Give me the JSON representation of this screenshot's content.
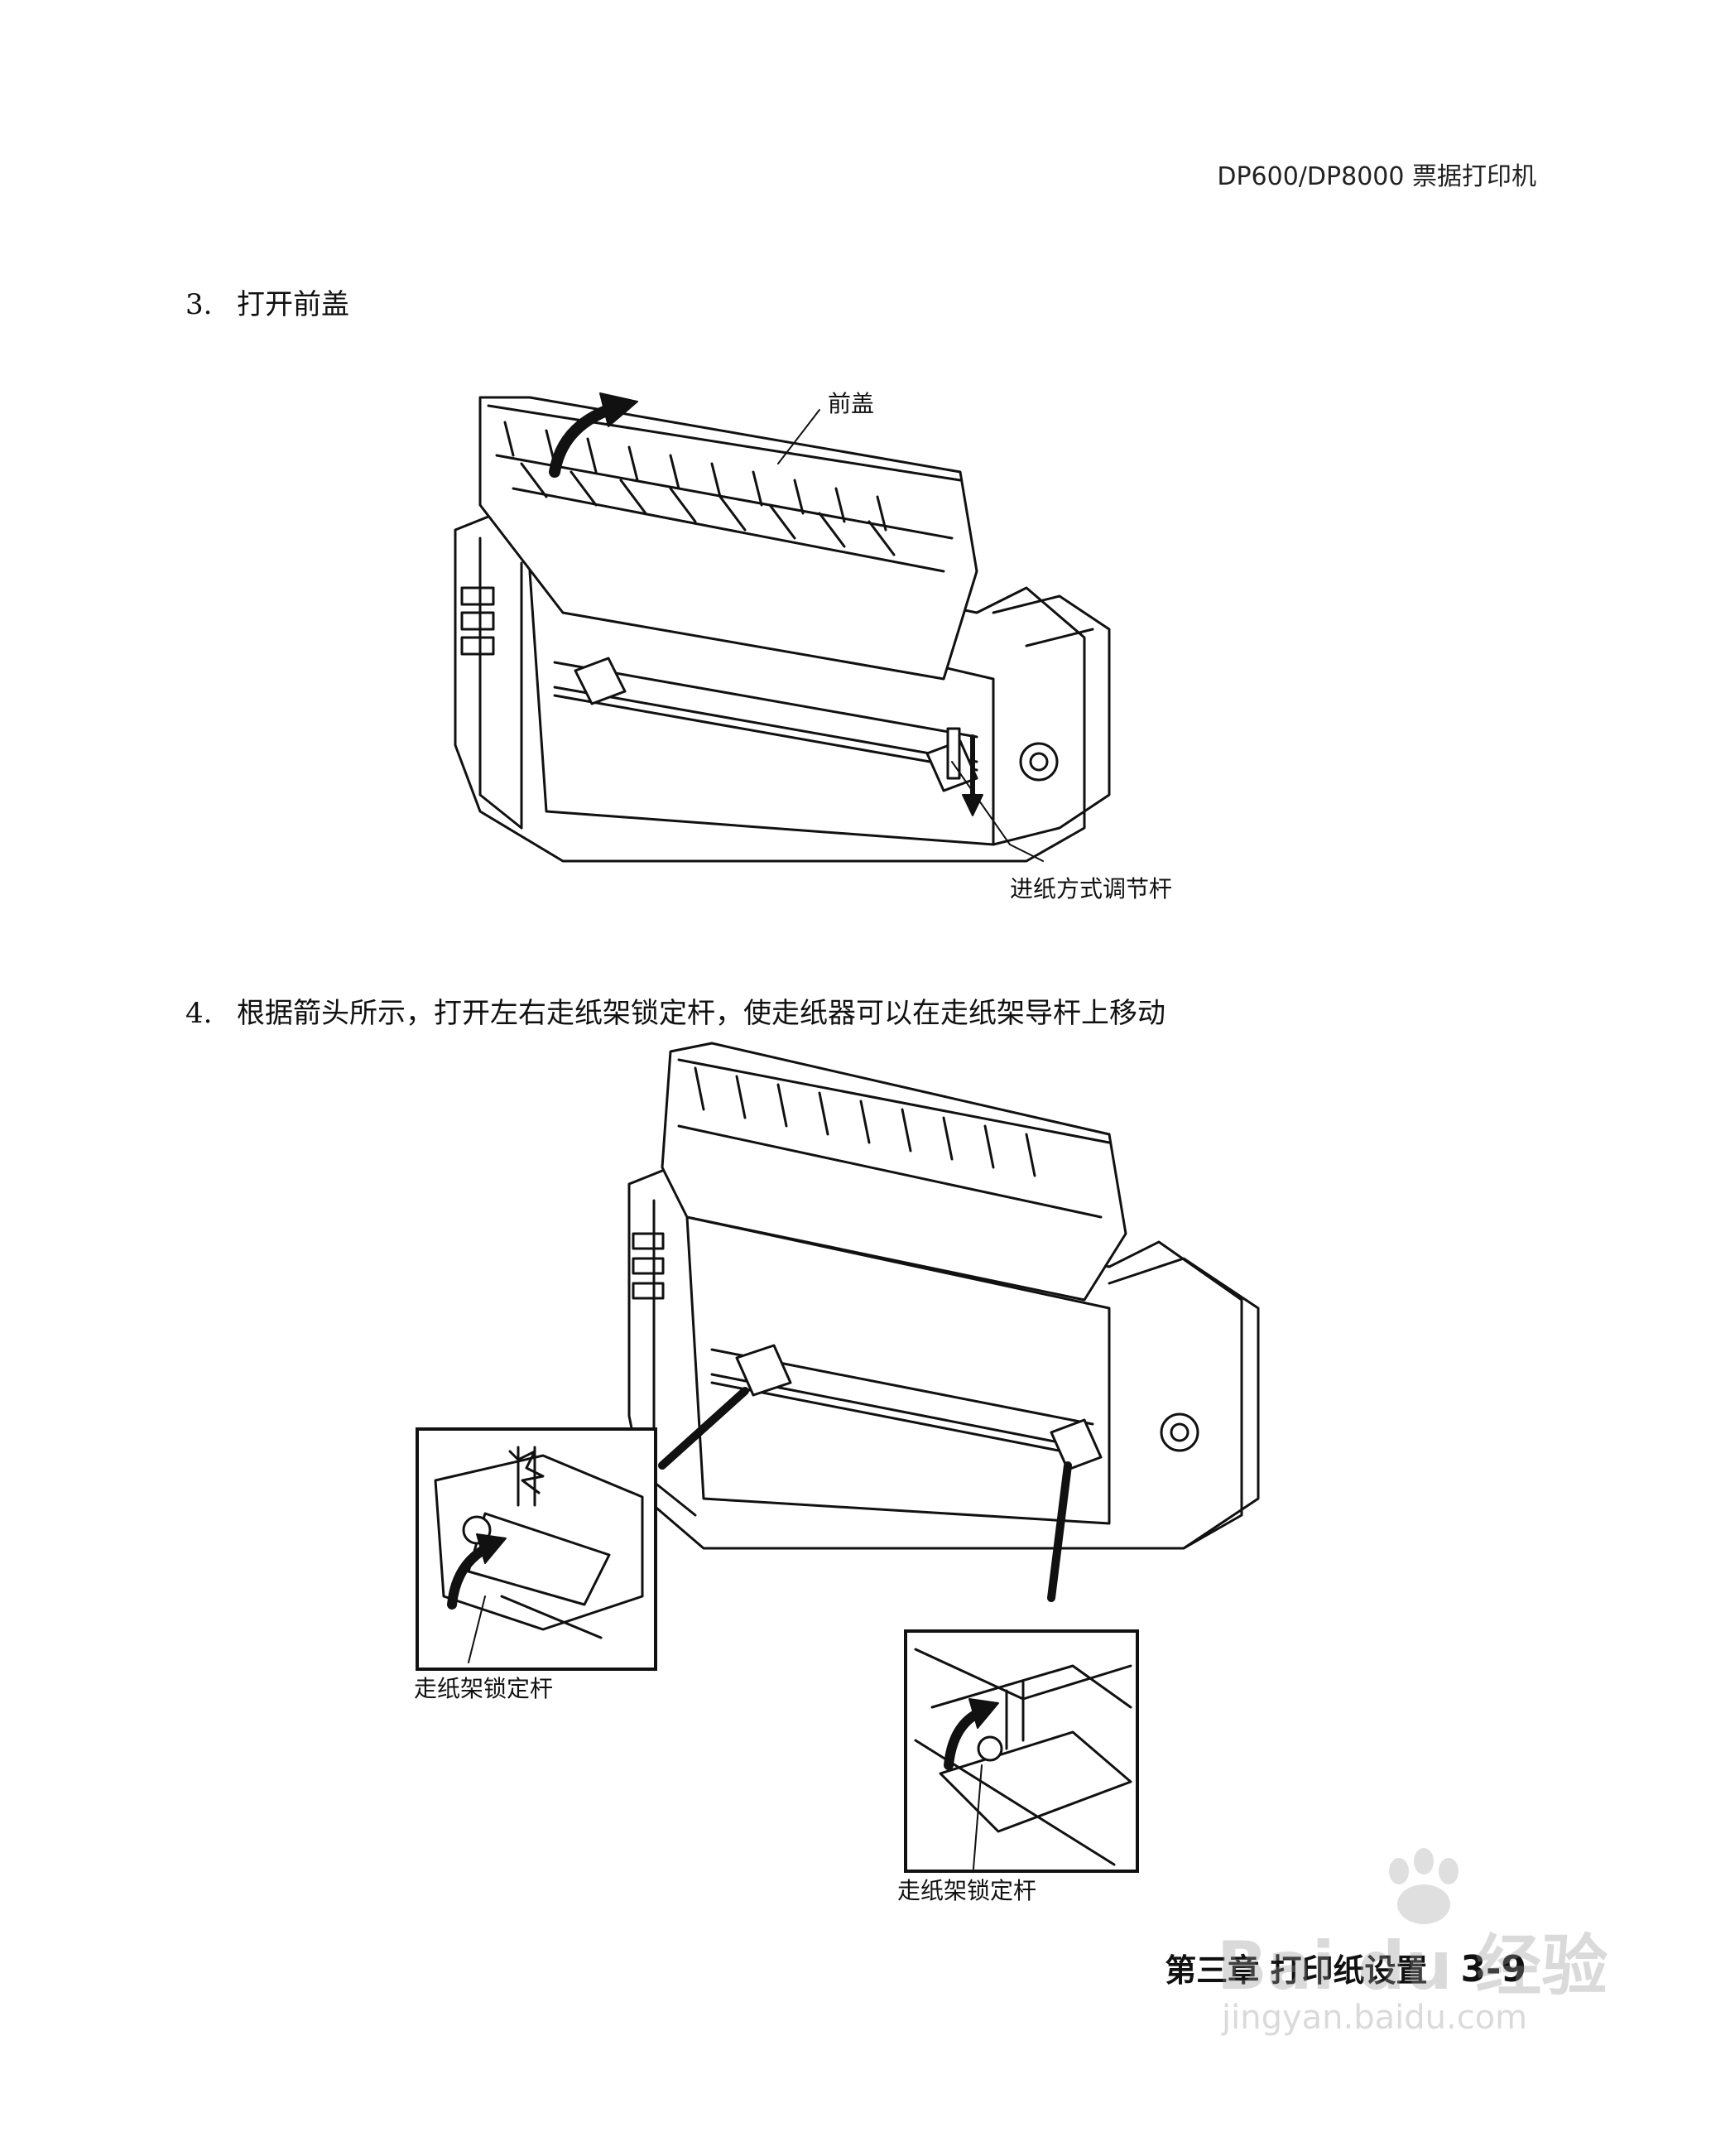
{
  "header": {
    "title": "DP600/DP8000 票据打印机"
  },
  "steps": [
    {
      "number": "3.",
      "text": "打开前盖"
    },
    {
      "number": "4.",
      "text": "根据箭头所示，打开左右走纸架锁定杆，使走纸器可以在走纸架导杆上移动"
    }
  ],
  "figure1": {
    "label_front_cover": "前盖",
    "label_feed_lever": "进纸方式调节杆"
  },
  "figure2": {
    "label_left_lock": "走纸架锁定杆",
    "label_right_lock": "走纸架锁定杆"
  },
  "footer": {
    "chapter": "第三章 打印纸设置",
    "page": "3-9"
  },
  "watermark": {
    "brand": "Bai du 经验",
    "url": "jingyan.baidu.com"
  }
}
